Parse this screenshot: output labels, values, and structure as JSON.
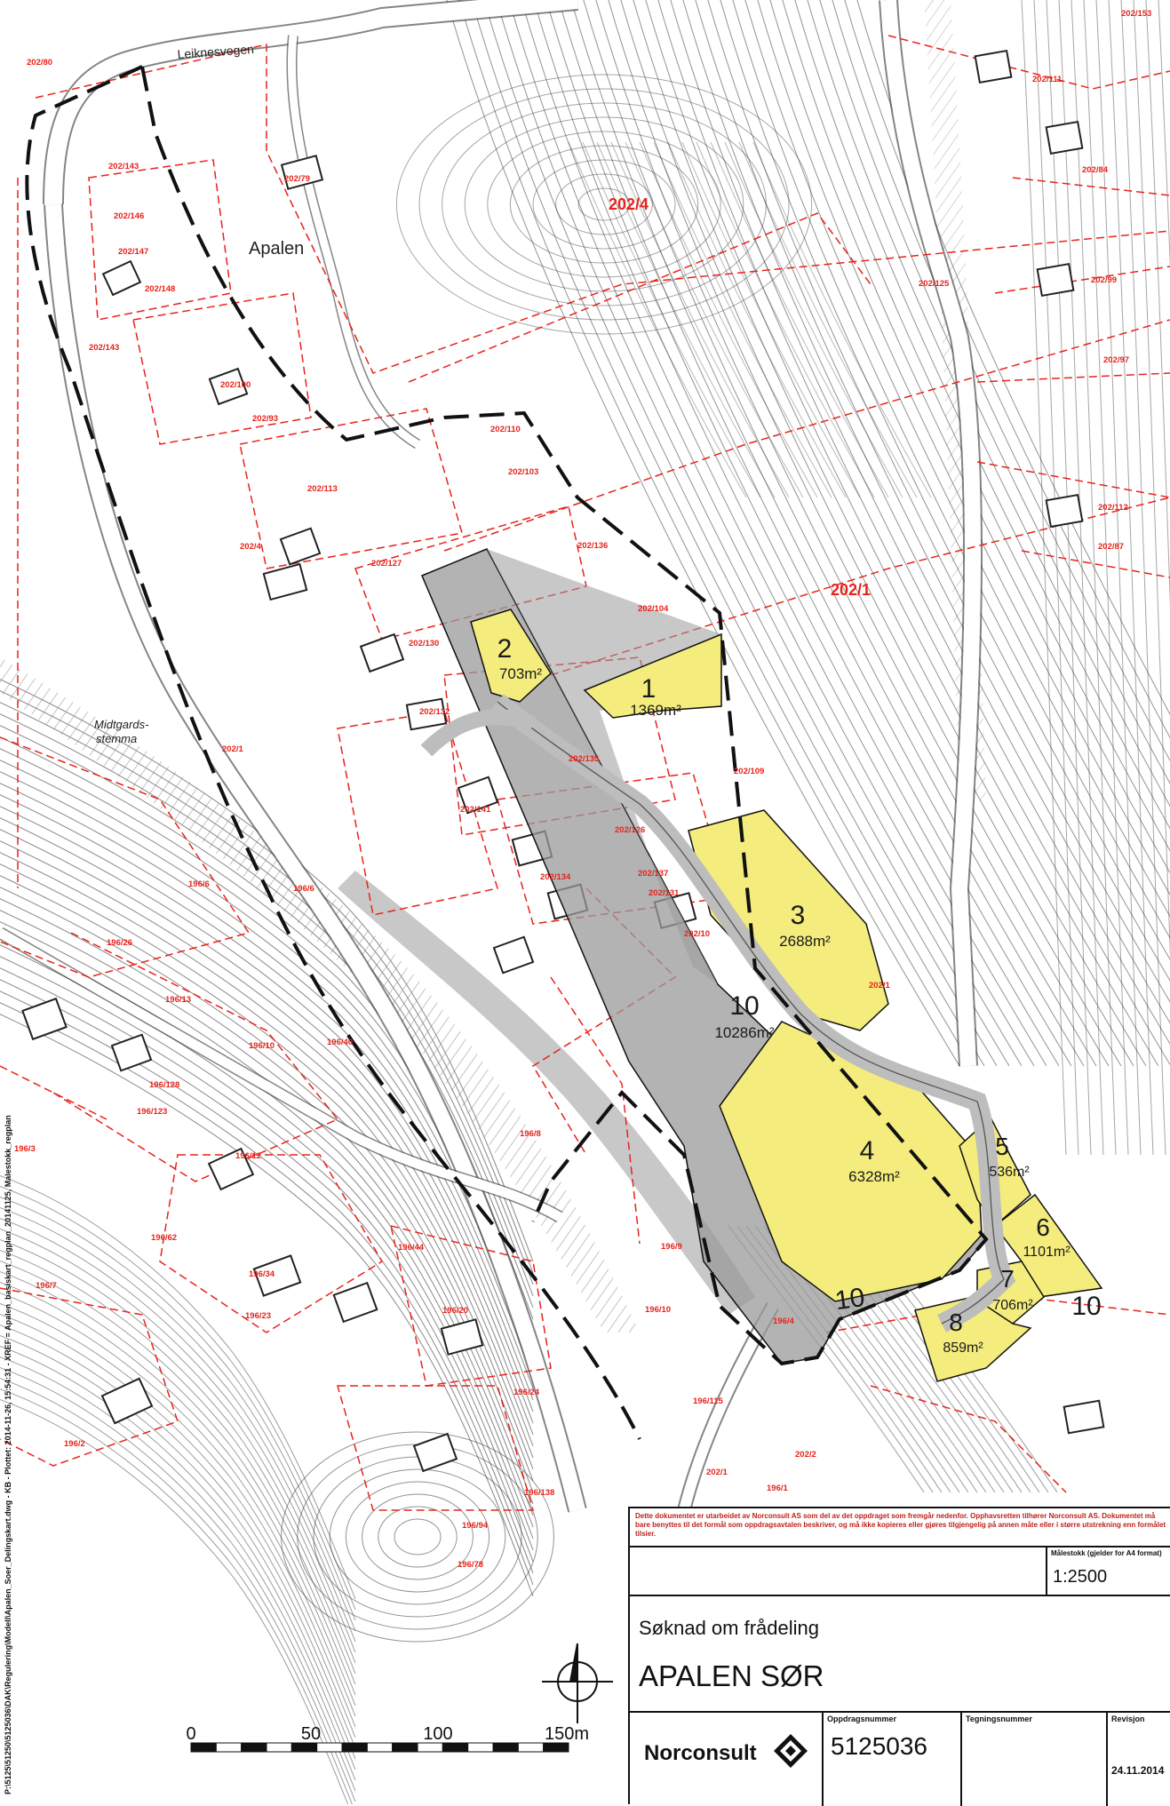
{
  "roads": {
    "leiknesvegen": "Leiknesvegen"
  },
  "places": {
    "apalen": "Apalen",
    "midtgards": [
      "Midtgards-",
      "stemma"
    ]
  },
  "parcels": [
    {
      "label": "202/4",
      "big": true
    },
    {
      "label": "202/1",
      "big": true
    },
    {
      "label": "202/80"
    },
    {
      "label": "202/79"
    },
    {
      "label": "202/143"
    },
    {
      "label": "202/146"
    },
    {
      "label": "202/147"
    },
    {
      "label": "202/148"
    },
    {
      "label": "202/143"
    },
    {
      "label": "202/100"
    },
    {
      "label": "202/93"
    },
    {
      "label": "202/110"
    },
    {
      "label": "202/103"
    },
    {
      "label": "202/113"
    },
    {
      "label": "202/4"
    },
    {
      "label": "202/127"
    },
    {
      "label": "202/136"
    },
    {
      "label": "202/104"
    },
    {
      "label": "202/130"
    },
    {
      "label": "202/132"
    },
    {
      "label": "202/1"
    },
    {
      "label": "202/135"
    },
    {
      "label": "202/109"
    },
    {
      "label": "202/141"
    },
    {
      "label": "202/126"
    },
    {
      "label": "202/134"
    },
    {
      "label": "202/137"
    },
    {
      "label": "202/131"
    },
    {
      "label": "202/10"
    },
    {
      "label": "202/1"
    },
    {
      "label": "202/125"
    },
    {
      "label": "202/111"
    },
    {
      "label": "202/84"
    },
    {
      "label": "202/99"
    },
    {
      "label": "202/97"
    },
    {
      "label": "202/112"
    },
    {
      "label": "202/87"
    },
    {
      "label": "202/153"
    },
    {
      "label": "196/6"
    },
    {
      "label": "196/26"
    },
    {
      "label": "196/13"
    },
    {
      "label": "196/6"
    },
    {
      "label": "196/10"
    },
    {
      "label": "196/40"
    },
    {
      "label": "196/128"
    },
    {
      "label": "196/123"
    },
    {
      "label": "196/12"
    },
    {
      "label": "196/8"
    },
    {
      "label": "196/9"
    },
    {
      "label": "196/3"
    },
    {
      "label": "196/62"
    },
    {
      "label": "196/34"
    },
    {
      "label": "196/44"
    },
    {
      "label": "196/23"
    },
    {
      "label": "196/20"
    },
    {
      "label": "196/10"
    },
    {
      "label": "196/115"
    },
    {
      "label": "196/24"
    },
    {
      "label": "196/138"
    },
    {
      "label": "196/94"
    },
    {
      "label": "196/78"
    },
    {
      "label": "196/2"
    },
    {
      "label": "202/1"
    },
    {
      "label": "196/1"
    },
    {
      "label": "202/2"
    },
    {
      "label": "196/4"
    },
    {
      "label": "196/7"
    }
  ],
  "plots": [
    {
      "id": "1",
      "area": "1369m²"
    },
    {
      "id": "2",
      "area": "703m²"
    },
    {
      "id": "3",
      "area": "2688m²"
    },
    {
      "id": "4",
      "area": "6328m²"
    },
    {
      "id": "5",
      "area": "536m²"
    },
    {
      "id": "6",
      "area": "1101m²"
    },
    {
      "id": "7",
      "area": "706m²"
    },
    {
      "id": "8",
      "area": "859m²"
    },
    {
      "id": "10",
      "area": "10286m²"
    },
    {
      "id": "10"
    },
    {
      "id": "10"
    }
  ],
  "scalebar": {
    "ticks": [
      "0",
      "50",
      "100",
      "150m"
    ]
  },
  "margin_text": "P:\\5125\\51250\\5125036\\DAK\\Regulering\\Modell\\Apalen_Soer_Delingskart.dwg - KB - Plottet: 2014-11-26, 15:54:31 - XREF = Apalen_basiskart_regplan_20141125, Malestokk_regplan",
  "title_block": {
    "disclaimer": "Dette dokumentet er utarbeidet av Norconsult AS som del av det oppdraget som fremgår nedenfor. Opphavsretten tilhører Norconsult AS. Dokumentet må bare benyttes til det formål som oppdragsavtalen beskriver, og må ikke kopieres eller gjøres tilgjengelig på annen måte eller i større utstrekning enn formålet tilsier.",
    "scale_label": "Målestokk (gjelder for A4 format)",
    "scale": "1:2500",
    "subtitle": "Søknad om frådeling",
    "title": "APALEN SØR",
    "company": "Norconsult",
    "project_no_label": "Oppdragsnummer",
    "project_no": "5125036",
    "drawing_no_label": "Tegningsnummer",
    "revision_label": "Revisjon",
    "date": "24.11.2014"
  }
}
